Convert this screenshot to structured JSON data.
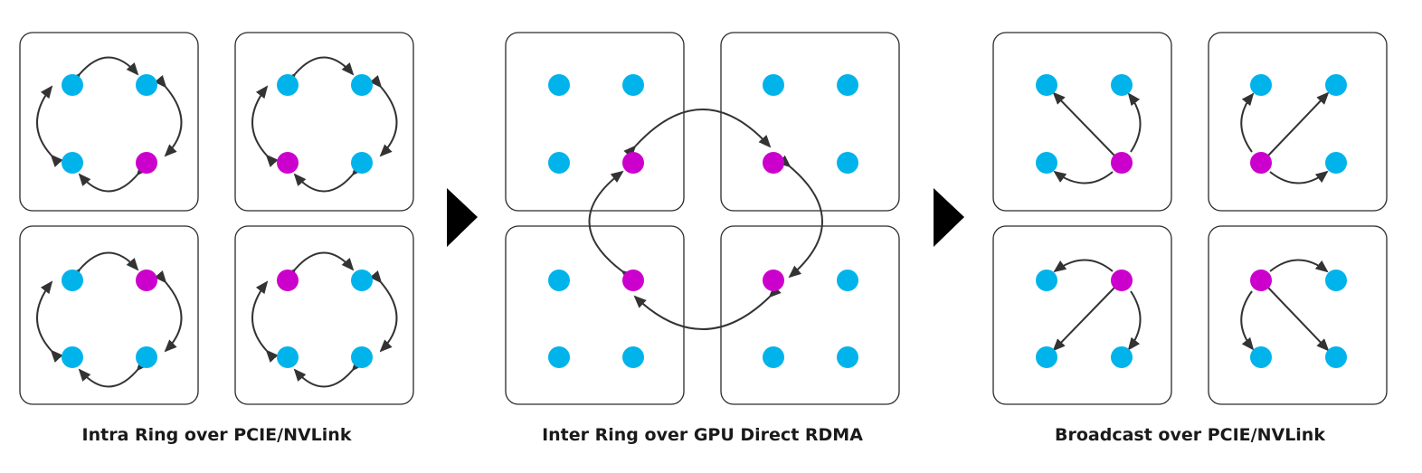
{
  "colors": {
    "node": "#00b4eb",
    "root_node": "#cc00cc",
    "stroke": "#333333"
  },
  "captions": {
    "intra": "Intra Ring over PCIE/NVLink",
    "inter": "Inter Ring over GPU Direct RDMA",
    "broadcast": "Broadcast over PCIE/NVLink"
  },
  "stages": [
    {
      "id": "intra",
      "nodes_per_server": 4,
      "root_per_server": 1,
      "server_count": 4
    },
    {
      "id": "inter",
      "nodes_per_server": 4,
      "root_per_server": 1,
      "server_count": 4
    },
    {
      "id": "broadcast",
      "nodes_per_server": 4,
      "root_per_server": 1,
      "server_count": 4
    }
  ],
  "stage_separator_icon": "play-triangle-icon"
}
